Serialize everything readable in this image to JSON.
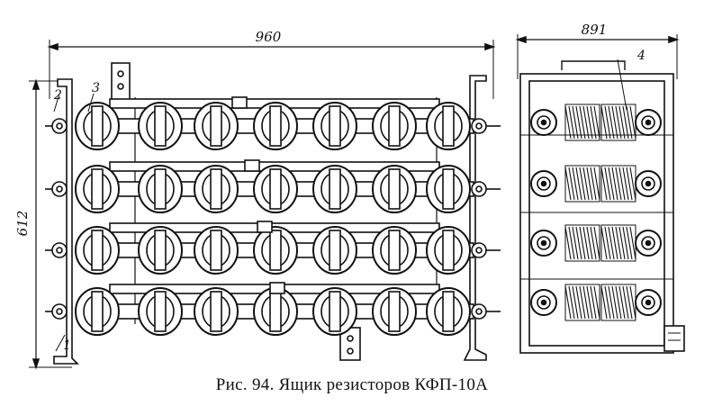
{
  "figure": {
    "caption": "Рис. 94. Ящик резисторов КФП-10А",
    "dimensions": {
      "overall_width": "960",
      "side_depth": "891",
      "overall_height": "612"
    },
    "callouts": {
      "one": "1",
      "two": "2",
      "three": "3",
      "four": "4"
    }
  }
}
